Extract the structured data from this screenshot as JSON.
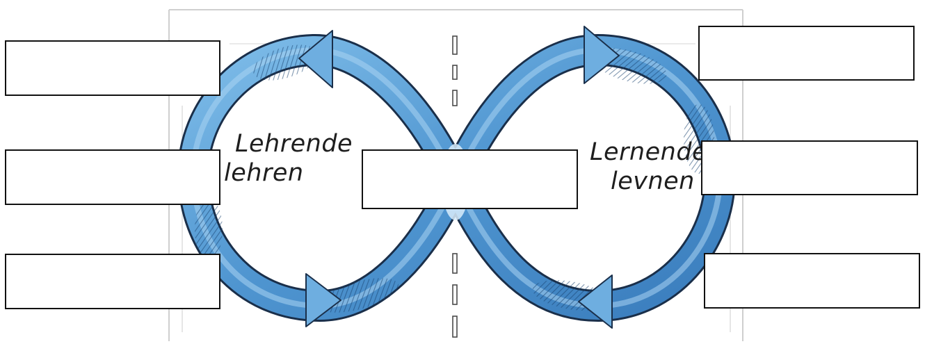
{
  "diagram": {
    "left_loop_label": {
      "line1": "Lehrende",
      "line2": "lehren"
    },
    "right_loop_label": {
      "line1": "Lernende",
      "line2": "levnen"
    },
    "colors": {
      "arrow_fill": "#5aa0d8",
      "arrow_light": "#a9d4f2",
      "arrow_dark": "#1c4f86",
      "outline": "#1a2f4a",
      "paper_frame": "#cfcfcf"
    }
  },
  "boxes": {
    "left_top": "",
    "left_middle": "",
    "left_bottom": "",
    "center": "",
    "right_top": "",
    "right_middle": "",
    "right_bottom": ""
  }
}
